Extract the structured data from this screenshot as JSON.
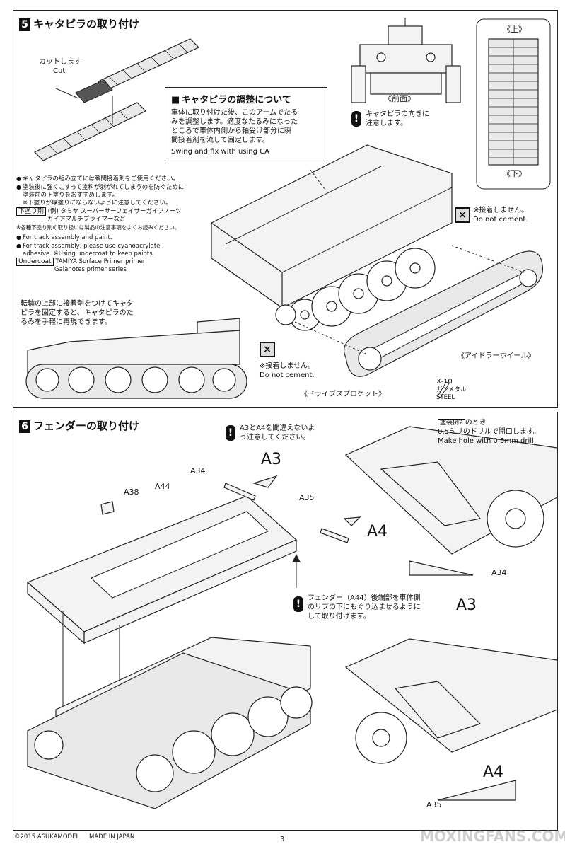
{
  "step5": {
    "number": "5",
    "title": "キャタピラの取り付け",
    "cut_jp": "カットします",
    "cut_en": "Cut",
    "notes_jp": [
      "キャタピラの組み立てには瞬間接着剤をご使用ください。",
      "塗装後に強くこすって塗料が剥がれてしまうのを防ぐために",
      "塗装前の下塗りをおすすめします。",
      "※下塗りが厚塗りにならないように注意してください。"
    ],
    "primer_label_jp": "下塗り剤",
    "primer_jp": [
      "(例) タミヤ スーパーサーフェイサーガイアノーツ",
      "ガイアマルチプライマーなど"
    ],
    "primer_note_jp": "※各種下塗り剤の取り扱いは製品の注意事項をよくお読みください。",
    "notes_en": [
      "For track assembly and paint.",
      "For track assembly, please use cyanoacrylate",
      "adhesive. ※Using undercoat to keep paints."
    ],
    "undercoat_label": "Undercoat",
    "undercoat_en": [
      "TAMIYA Surface Primer primer",
      "Gaianotes primer series"
    ],
    "adjust_title": "キャタピラの調整について",
    "adjust_jp": [
      "車体に取り付けた後、このアームでたる",
      "みを調整します。適度なたるみになった",
      "ところで車体内側から軸受け部分に瞬",
      "間接着剤を流して固定します。"
    ],
    "adjust_en": "Swing and fix with using CA",
    "front_label": "《前面》",
    "top_label": "《上》",
    "bottom_label": "《下》",
    "direction_warn": [
      "キャタピラの向きに",
      "注意します。"
    ],
    "no_cement_jp": "※接着しません。",
    "no_cement_en": "Do not cement.",
    "idler_label": "《アイドラーホイール》",
    "sprocket_label": "《ドライブスプロケット》",
    "paint_code": "X-10",
    "paint_name_jp": "ガンメタル",
    "paint_name_en": "STEEL",
    "sag_note_jp": [
      "転輪の上部に接着剤をつけてキャタ",
      "ピラを固定すると、キャタピラのた",
      "るみを手軽に再現できます。"
    ]
  },
  "step6": {
    "number": "6",
    "title": "フェンダーの取り付け",
    "warn_a3a4": [
      "A3とA4を間違えないよ",
      "う注意してください。"
    ],
    "parts": [
      "A3",
      "A34",
      "A38",
      "A44",
      "A35",
      "A4"
    ],
    "paint_example_label": "塗装例2",
    "paint_example_suffix": "のとき",
    "drill_jp": "0.5ミリのドリルで開口します。",
    "drill_en": "Make hole with 0.5mm drill.",
    "fender_note_jp": [
      "フェンダー（A44）後端部を車体側",
      "のリブの下にもぐり込ませるように",
      "して取り付けます。"
    ]
  },
  "footer": {
    "copyright": "©2015 ASUKAMODEL",
    "made_in": "MADE IN JAPAN",
    "page": "3",
    "watermark": "MOXINGFANS.COM"
  }
}
